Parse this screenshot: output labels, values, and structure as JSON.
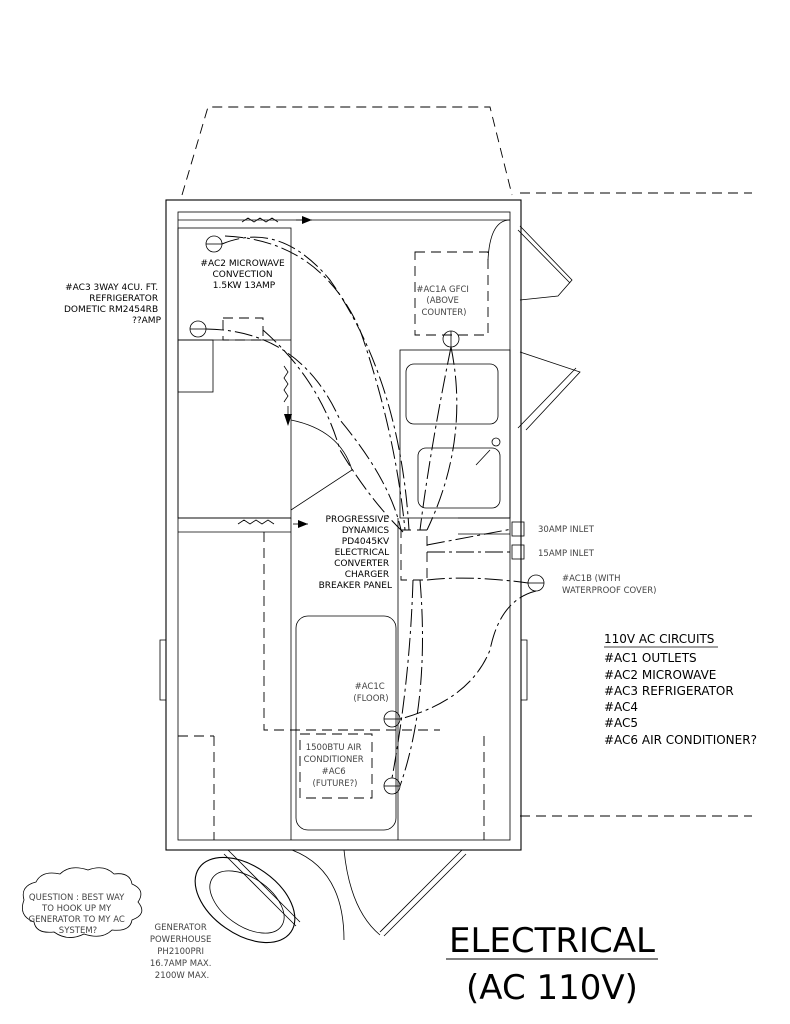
{
  "labels": {
    "ac2": [
      "#AC2 MICROWAVE",
      "CONVECTION",
      "1.5KW 13AMP"
    ],
    "ac3": [
      "#AC3 3WAY 4CU. FT.",
      "REFRIGERATOR",
      "DOMETIC RM2454RB",
      "??AMP"
    ],
    "ac1a": [
      "#AC1A GFCI",
      "(ABOVE",
      "COUNTER)"
    ],
    "converter": [
      "PROGRESSIVE",
      "DYNAMICS",
      "PD4045KV",
      "ELECTRICAL",
      "CONVERTER",
      "CHARGER",
      "BREAKER PANEL"
    ],
    "inlet30": "30AMP INLET",
    "inlet15": "15AMP INLET",
    "ac1b": [
      "#AC1B (WITH",
      "WATERPROOF COVER)"
    ],
    "ac1c": [
      "#AC1C",
      "(FLOOR)"
    ],
    "aircon": [
      "1500BTU AIR",
      "CONDITIONER",
      "#AC6",
      "(FUTURE?)"
    ],
    "question": [
      "QUESTION : BEST WAY",
      "TO HOOK UP MY",
      "GENERATOR TO MY AC",
      "SYSTEM?"
    ],
    "generator": [
      "GENERATOR",
      "POWERHOUSE",
      "PH2100PRI",
      "16.7AMP MAX.",
      "2100W MAX."
    ]
  },
  "legend": {
    "heading": "110V AC CIRCUITS",
    "items": [
      "#AC1 OUTLETS",
      "#AC2 MICROWAVE",
      "#AC3 REFRIGERATOR",
      "#AC4",
      "#AC5",
      "#AC6 AIR CONDITIONER?"
    ]
  },
  "title": {
    "line1": "ELECTRICAL",
    "line2": "(AC 110V)"
  }
}
